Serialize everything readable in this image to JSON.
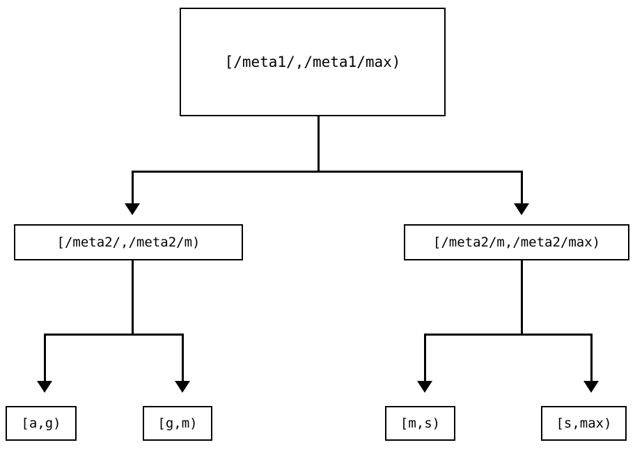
{
  "diagram": {
    "type": "binary-interval-tree",
    "title": "",
    "background_color": "#ffffff",
    "stroke_color": "#000000",
    "levels": 3,
    "nodes": {
      "root": {
        "label": "[/meta1/,/meta1/max)",
        "level": 0
      },
      "mid": [
        {
          "label": "[/meta2/,/meta2/m)",
          "level": 1
        },
        {
          "label": "[/meta2/m,/meta2/max)",
          "level": 1
        }
      ],
      "leaves": [
        {
          "label": "[a,g)",
          "level": 2
        },
        {
          "label": "[g,m)",
          "level": 2
        },
        {
          "label": "[m,s)",
          "level": 2
        },
        {
          "label": "[s,max)",
          "level": 2
        }
      ]
    },
    "edges": [
      {
        "from": "root",
        "to": "[/meta2/,/meta2/m)",
        "arrow": "down"
      },
      {
        "from": "root",
        "to": "[/meta2/m,/meta2/max)",
        "arrow": "down"
      },
      {
        "from": "[/meta2/,/meta2/m)",
        "to": "[a,g)",
        "arrow": "down"
      },
      {
        "from": "[/meta2/,/meta2/m)",
        "to": "[g,m)",
        "arrow": "down"
      },
      {
        "from": "[/meta2/m,/meta2/max)",
        "to": "[m,s)",
        "arrow": "down"
      },
      {
        "from": "[/meta2/m,/meta2/max)",
        "to": "[s,max)",
        "arrow": "down"
      }
    ]
  }
}
